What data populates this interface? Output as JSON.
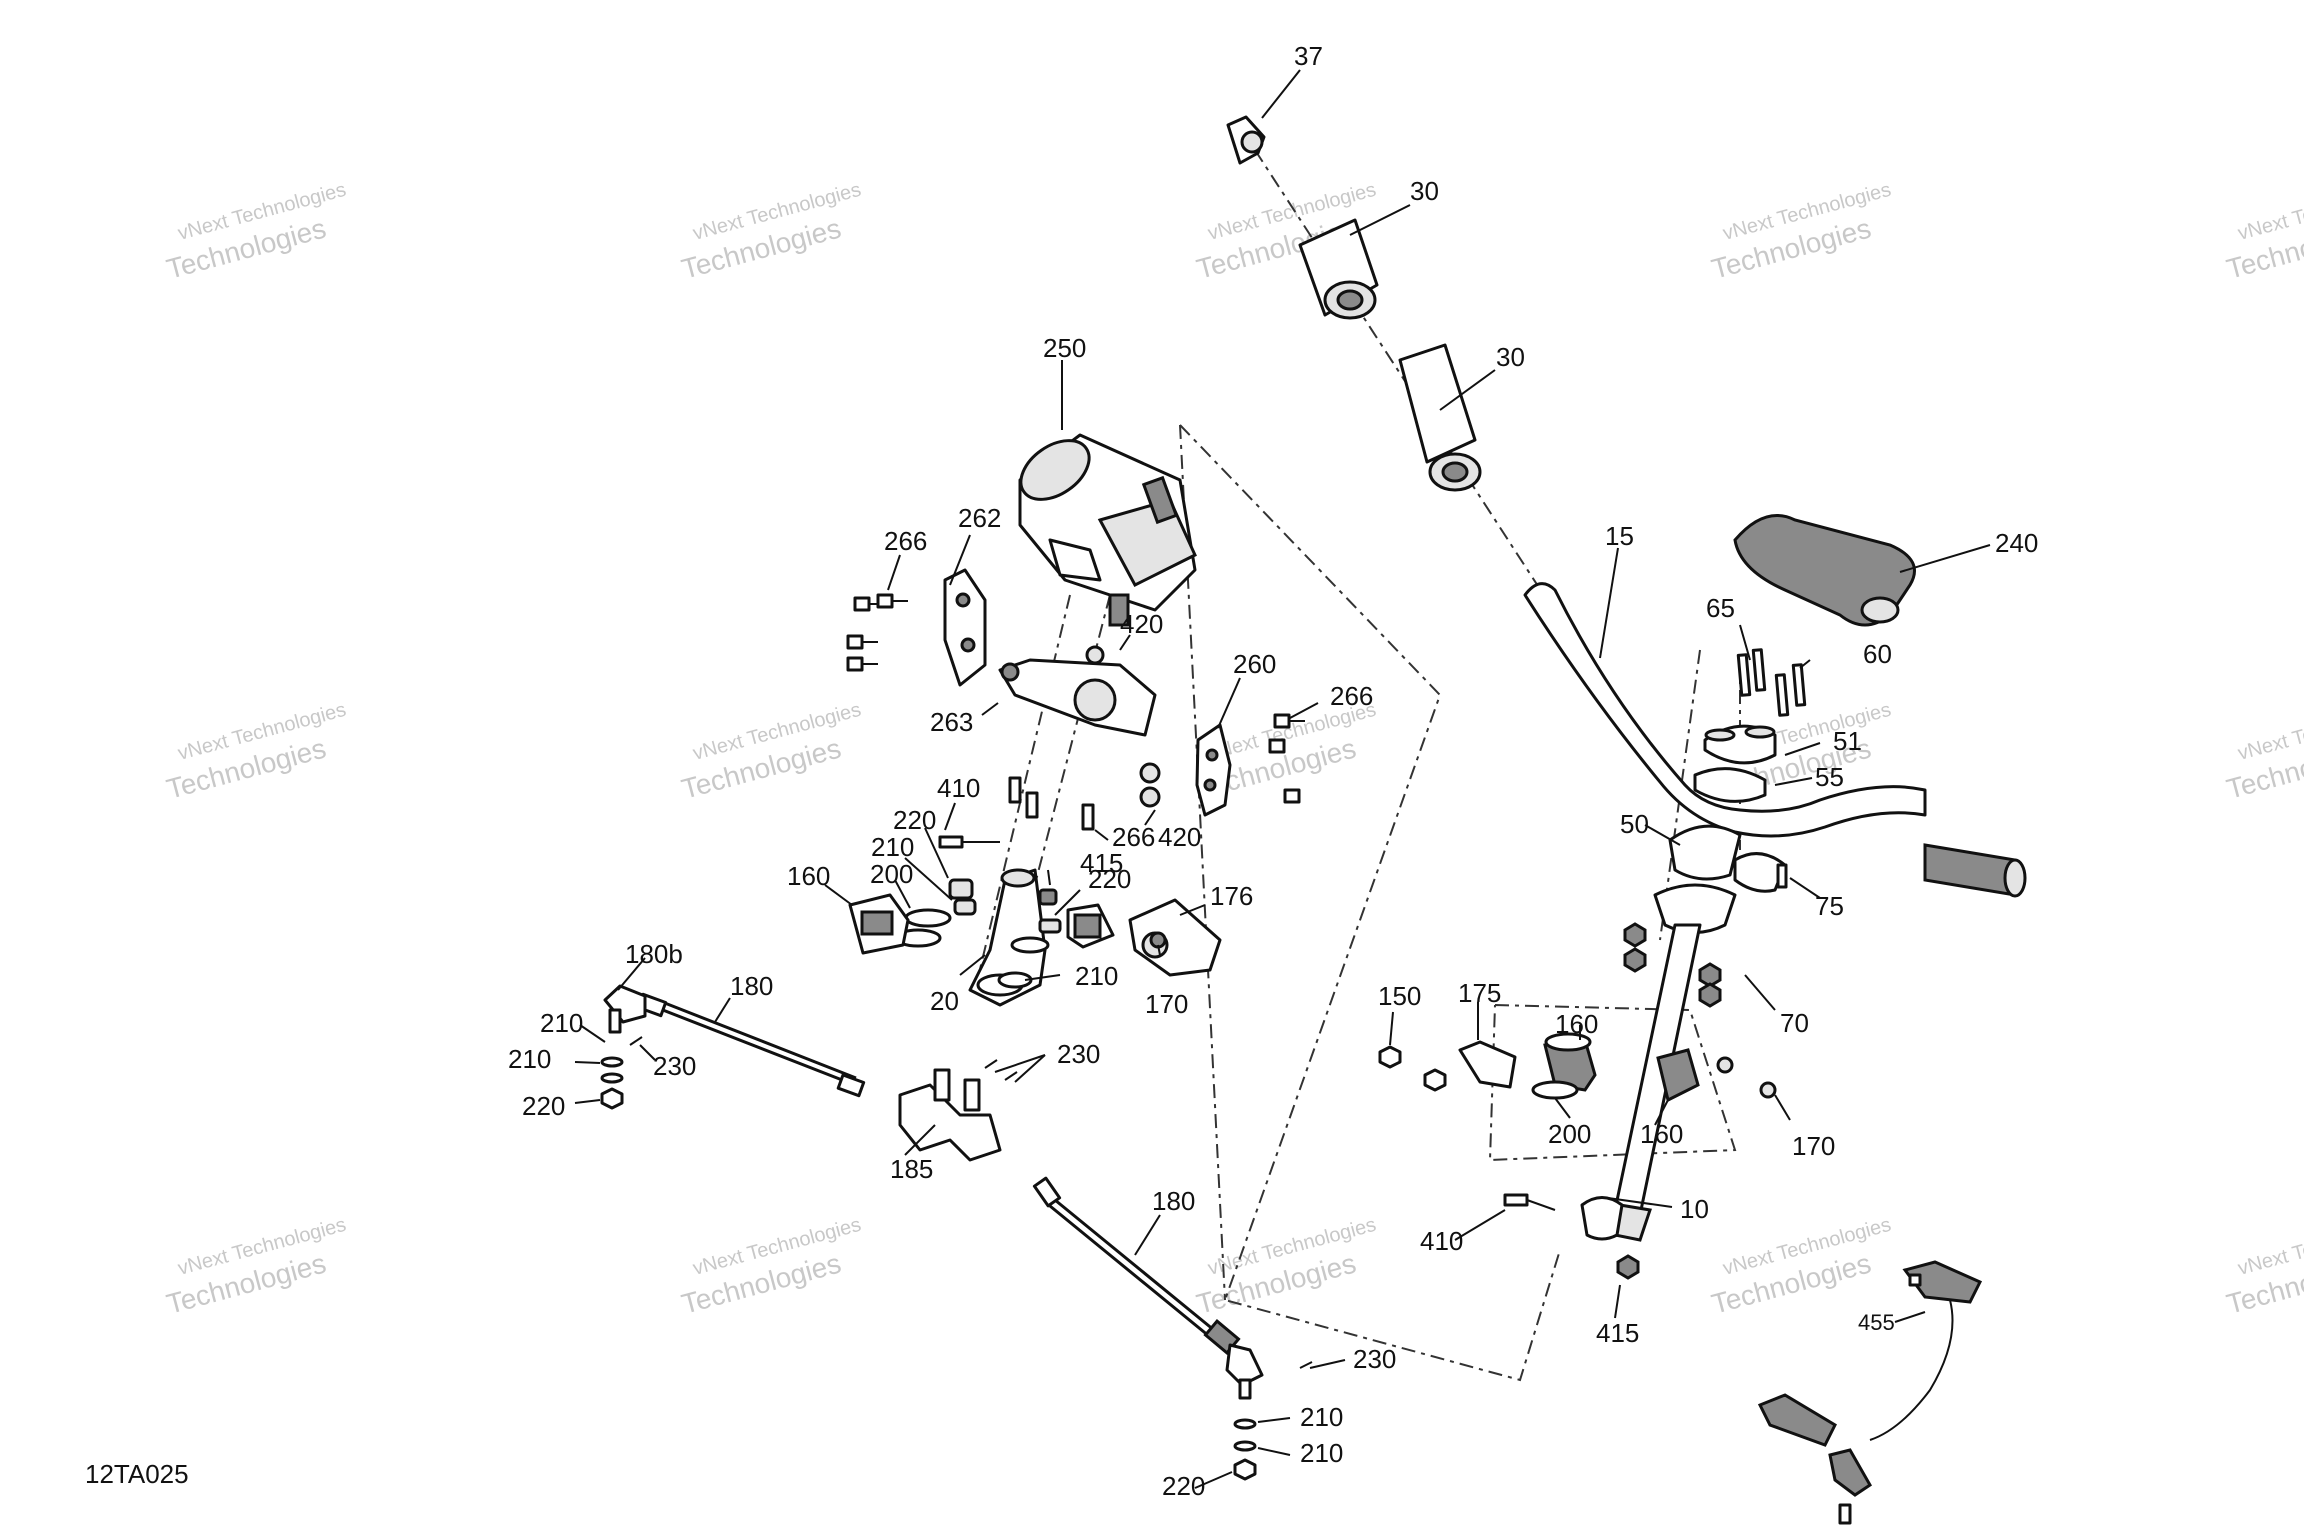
{
  "diagram_code": "12TA025",
  "watermark": {
    "line1": "vNext Technologies",
    "line2": "Technologies"
  },
  "callouts": {
    "c37": "37",
    "c30a": "30",
    "c30b": "30",
    "c250": "250",
    "c262": "262",
    "c266a": "266",
    "c420a": "420",
    "c260": "260",
    "c266b": "266",
    "c263": "263",
    "c410a": "410",
    "c266c": "266",
    "c420b": "420",
    "c220a": "220",
    "c210a": "210",
    "c200a": "200",
    "c160a": "160",
    "c415a": "415",
    "c220b": "220",
    "c176": "176",
    "c210b": "210",
    "c20": "20",
    "c170a": "170",
    "c180b": "180b",
    "c180a": "180",
    "c210c": "210",
    "c230a": "230",
    "c210d": "210",
    "c220c": "220",
    "c230b": "230",
    "c185": "185",
    "c180c": "180",
    "c230c": "230",
    "c210e": "210",
    "c210f": "210",
    "c220d": "220",
    "c15": "15",
    "c240": "240",
    "c65": "65",
    "c60": "60",
    "c51": "51",
    "c55": "55",
    "c50": "50",
    "c75": "75",
    "c70": "70",
    "c150": "150",
    "c175": "175",
    "c160b": "160",
    "c200b": "200",
    "c160c": "160",
    "c170b": "170",
    "c10": "10",
    "c410b": "410",
    "c415b": "415",
    "c455": "455"
  }
}
